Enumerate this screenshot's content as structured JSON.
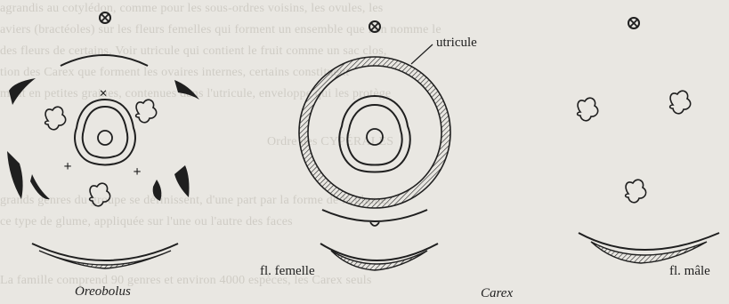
{
  "background_text": [
    "agrandis au cotylédon, comme pour les sous-ordres voisins, les ovules, les ",
    "aviers (bractéoles) sur les fleurs femelles qui forment un ensemble que l'on nomme le",
    "des fleurs de certains. Voir utricule qui contient le fruit comme un sac clos,",
    "tion des Carex que forment les ovaires internes, certains constituent",
    "ment en petites graines, contenues dans l'utricule, enveloppe qui les protège",
    "Ordre des CYPÉRALES",
    "grands genres du groupe se définissent, d'une part par la forme de la glume.",
    "ce type de glume, appliquée sur l'une ou l'autre des faces",
    "La famille comprend 90 genres et environ 4000 espèces, les Carex seuls"
  ],
  "labels": {
    "utricule": "utricule",
    "fl_femelle": "fl. femelle",
    "fl_male": "fl. mâle",
    "oreobolus": "Oreobolus",
    "carex": "Carex"
  },
  "symbols": {
    "axis_symbol": "⊗",
    "cross": "×",
    "plus": "+"
  },
  "colors": {
    "ink": "#1f1f1f",
    "paper": "#e9e7e2",
    "ghost_text": "#cfccc5"
  }
}
